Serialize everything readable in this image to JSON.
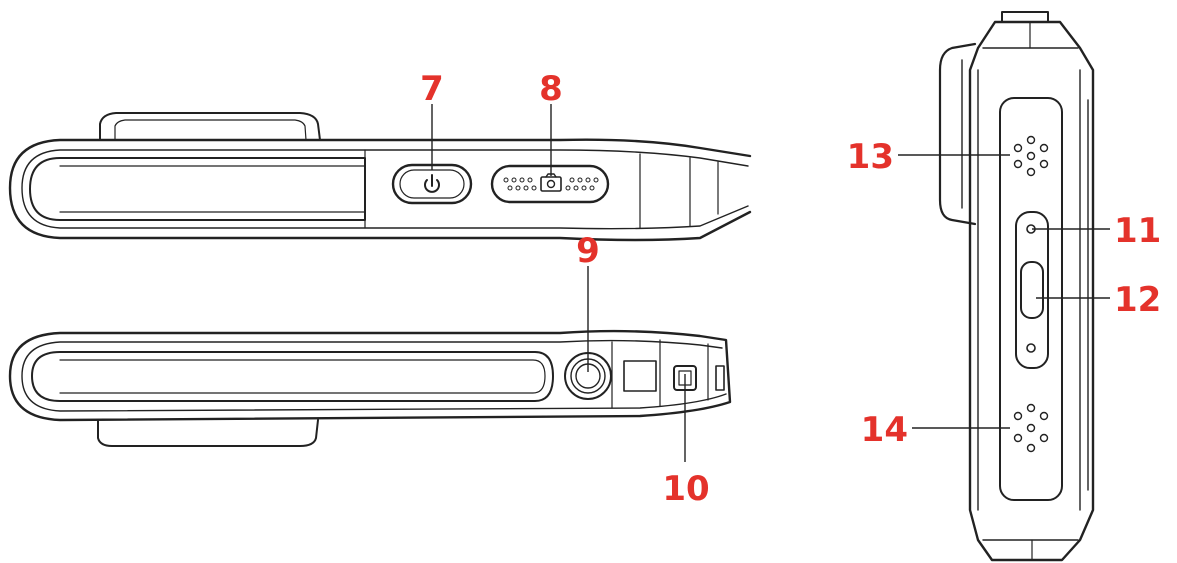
{
  "diagram": {
    "accent_color": "#e4322b",
    "outline_color": "#222222",
    "callouts": [
      {
        "id": "c7",
        "label": "7",
        "part": "power-button"
      },
      {
        "id": "c8",
        "label": "8",
        "part": "capture-button"
      },
      {
        "id": "c9",
        "label": "9",
        "part": "tripod-mount"
      },
      {
        "id": "c10",
        "label": "10",
        "part": "strap-hole"
      },
      {
        "id": "c11",
        "label": "11",
        "part": "indicator-light"
      },
      {
        "id": "c12",
        "label": "12",
        "part": "usb-port"
      },
      {
        "id": "c13",
        "label": "13",
        "part": "speaker"
      },
      {
        "id": "c14",
        "label": "14",
        "part": "microphone"
      }
    ]
  }
}
